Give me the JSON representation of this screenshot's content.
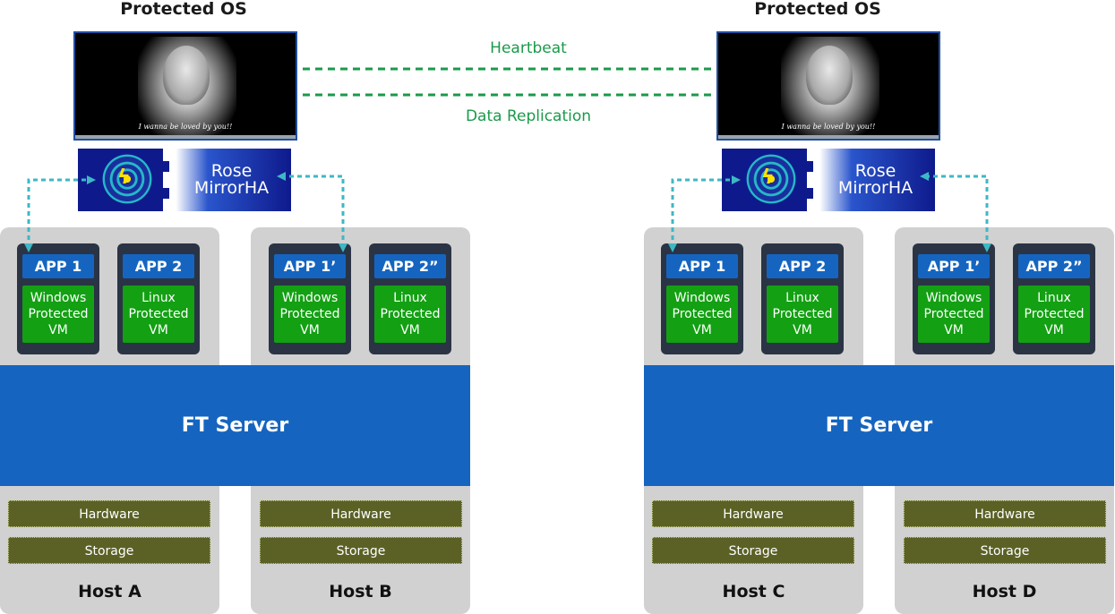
{
  "left_cluster": {
    "os_title": "Protected OS",
    "screen_caption": "I wanna be loved by you!!",
    "logo": {
      "line1": "Rose",
      "line2": "MirrorHA"
    },
    "ft_server": "FT Server",
    "host1": {
      "name": "Host A",
      "vms": [
        {
          "app": "APP 1",
          "os": [
            "Windows",
            "Protected",
            "VM"
          ]
        },
        {
          "app": "APP 2",
          "os": [
            "Linux",
            "Protected",
            "VM"
          ]
        }
      ],
      "hardware": "Hardware",
      "storage": "Storage"
    },
    "host2": {
      "name": "Host B",
      "vms": [
        {
          "app": "APP 1’",
          "os": [
            "Windows",
            "Protected",
            "VM"
          ]
        },
        {
          "app": "APP 2”",
          "os": [
            "Linux",
            "Protected",
            "VM"
          ]
        }
      ],
      "hardware": "Hardware",
      "storage": "Storage"
    }
  },
  "right_cluster": {
    "os_title": "Protected OS",
    "screen_caption": "I wanna be loved by you!!",
    "logo": {
      "line1": "Rose",
      "line2": "MirrorHA"
    },
    "ft_server": "FT Server",
    "host1": {
      "name": "Host C",
      "vms": [
        {
          "app": "APP 1",
          "os": [
            "Windows",
            "Protected",
            "VM"
          ]
        },
        {
          "app": "APP 2",
          "os": [
            "Linux",
            "Protected",
            "VM"
          ]
        }
      ],
      "hardware": "Hardware",
      "storage": "Storage"
    },
    "host2": {
      "name": "Host D",
      "vms": [
        {
          "app": "APP 1’",
          "os": [
            "Windows",
            "Protected",
            "VM"
          ]
        },
        {
          "app": "APP 2”",
          "os": [
            "Linux",
            "Protected",
            "VM"
          ]
        }
      ],
      "hardware": "Hardware",
      "storage": "Storage"
    }
  },
  "links": {
    "heartbeat": "Heartbeat",
    "data_replication": "Data Replication"
  },
  "colors": {
    "ft_server": "#1565c0",
    "app_label": "#1565c0",
    "vm_label": "#13a013",
    "host_bg": "#d1d1d1",
    "vm_card": "#2a3445",
    "hardware": "#5b6125",
    "link_line": "#1a9a4a",
    "arrow": "#3db8c4"
  }
}
